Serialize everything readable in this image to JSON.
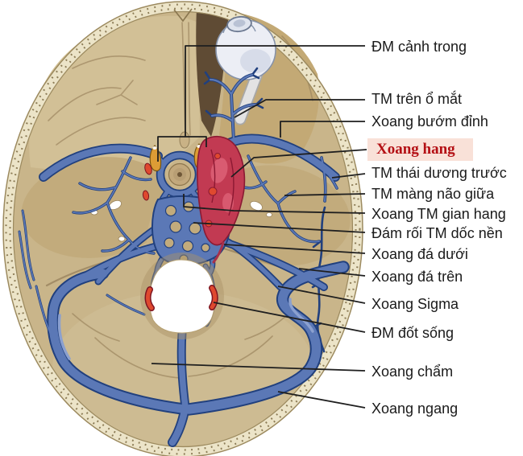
{
  "labels": [
    {
      "id": "dm-canh-trong",
      "text": "ĐM cảnh trong"
    },
    {
      "id": "tm-tren-o-mat",
      "text": "TM trên ổ mắt"
    },
    {
      "id": "xoang-buom-dinh",
      "text": "Xoang bướm đỉnh"
    },
    {
      "id": "xoang-hang",
      "text": "Xoang hang",
      "highlighted": true
    },
    {
      "id": "tm-thai-duong-truoc",
      "text": "TM thái dương trước"
    },
    {
      "id": "tm-mang-nao-giua",
      "text": "TM màng não giữa"
    },
    {
      "id": "xoang-tm-gian-hang",
      "text": "Xoang TM gian hang"
    },
    {
      "id": "dam-roi-tm-doc-nen",
      "text": "Đám rối TM dốc nền"
    },
    {
      "id": "xoang-da-duoi",
      "text": "Xoang đá dưới"
    },
    {
      "id": "xoang-da-tren",
      "text": "Xoang đá trên"
    },
    {
      "id": "xoang-sigma",
      "text": "Xoang Sigma"
    },
    {
      "id": "dm-dot-song",
      "text": "ĐM đốt sống"
    },
    {
      "id": "xoang-cham",
      "text": "Xoang chẩm"
    },
    {
      "id": "xoang-ngang",
      "text": "Xoang ngang"
    }
  ],
  "highlighted_label": "Xoang hang",
  "colors": {
    "background": "#ffffff",
    "bone": "#c9b58a",
    "boneLight": "#d2c096",
    "boneMid": "#c2ab7c",
    "boneDark": "#cdbb92",
    "boneShadow": "#9c8660",
    "rim": "#ece4c8",
    "rimEdge": "#9c8a5f",
    "stipple": "#746239",
    "wedge": "#5f4b34",
    "orbit": "#c3a975",
    "sinusBlue": "#5b78b6",
    "sinusDark": "#21407e",
    "sinusLight": "#8ba0cf",
    "red": "#c23a52",
    "redDark": "#8a1a33",
    "redLight": "#dd6277",
    "arterySpot": "#df492f",
    "arteryRed": "#c5392c",
    "orange": "#dd9c35",
    "sellaDisc": "#c2a87c",
    "eyeWhite": "#eceef5",
    "eyeShade": "#c6cede",
    "eyeOutline": "#8793a9",
    "nerve": "#e3e3e3",
    "line": "#1f1f1f",
    "labelText": "#1a1a1a",
    "highlightText": "#b40f14",
    "highlightBg": "#f9e1d8"
  }
}
